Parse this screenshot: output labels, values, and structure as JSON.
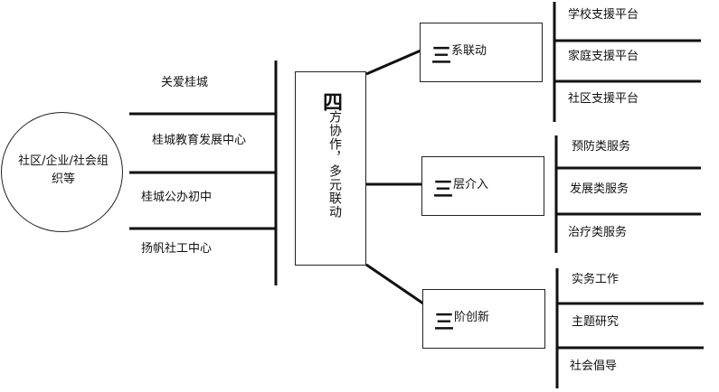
{
  "source": {
    "text": "社区/企业/社会组织等"
  },
  "partners": [
    "关爱桂城",
    "桂城教育发展中心",
    "桂城公办初中",
    "扬帆社工中心"
  ],
  "center": {
    "big_char": "四",
    "text": "方协作，多元联动"
  },
  "branches": [
    {
      "big_char": "三",
      "text": "系联动",
      "items": [
        "学校支援平台",
        "家庭支援平台",
        "社区支援平台"
      ]
    },
    {
      "big_char": "三",
      "text": "层介入",
      "items": [
        "预防类服务",
        "发展类服务",
        "治疗类服务"
      ]
    },
    {
      "big_char": "三",
      "text": "阶创新",
      "items": [
        "实务工作",
        "主题研究",
        "社会倡导"
      ]
    }
  ]
}
